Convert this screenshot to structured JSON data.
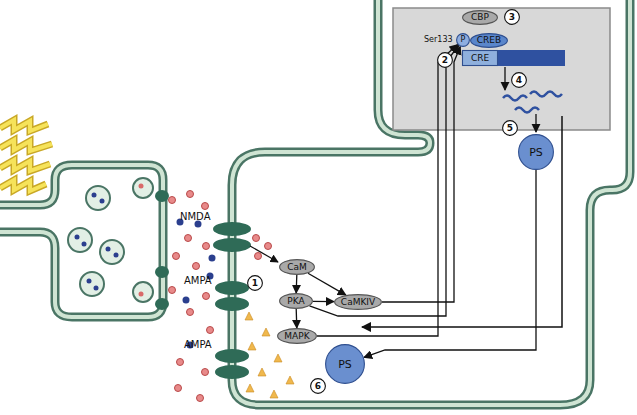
{
  "diagram": {
    "nodes": [
      {
        "text": [
          "CBP"
        ]
      },
      {
        "text": [
          "3"
        ]
      },
      {
        "text": [
          "P"
        ]
      },
      {
        "text": [
          "CREB"
        ]
      },
      {
        "text": [
          "2"
        ]
      },
      {
        "text": [
          "CRE"
        ]
      },
      {
        "text": [
          "4"
        ]
      },
      {
        "text": [
          "5"
        ]
      },
      {
        "text": [
          "PS"
        ]
      },
      {
        "text": [
          "CaM"
        ]
      },
      {
        "text": [
          "1"
        ]
      },
      {
        "text": [
          "PKA"
        ]
      },
      {
        "text": [
          "CaMKIV"
        ]
      },
      {
        "text": [
          "MAPK"
        ]
      },
      {
        "text": [
          "PS"
        ]
      },
      {
        "text": [
          "6"
        ]
      }
    ],
    "edges": [
      {
        "from": 9,
        "to": 11,
        "arrow": "to"
      },
      {
        "from": 9,
        "to": 12,
        "arrow": "to"
      },
      {
        "from": 11,
        "to": 12,
        "arrow": "to"
      },
      {
        "from": 11,
        "to": 13,
        "arrow": "to"
      },
      {
        "from": 12,
        "to": 2,
        "arrow": "to"
      },
      {
        "from": 11,
        "to": 2,
        "arrow": "to"
      },
      {
        "from": 13,
        "to": 2,
        "arrow": "to"
      },
      {
        "from": 8,
        "to": 14,
        "arrow": "to"
      }
    ],
    "labels": [
      "NMDA",
      "AMPA",
      "AMPA",
      "Ser133"
    ]
  }
}
